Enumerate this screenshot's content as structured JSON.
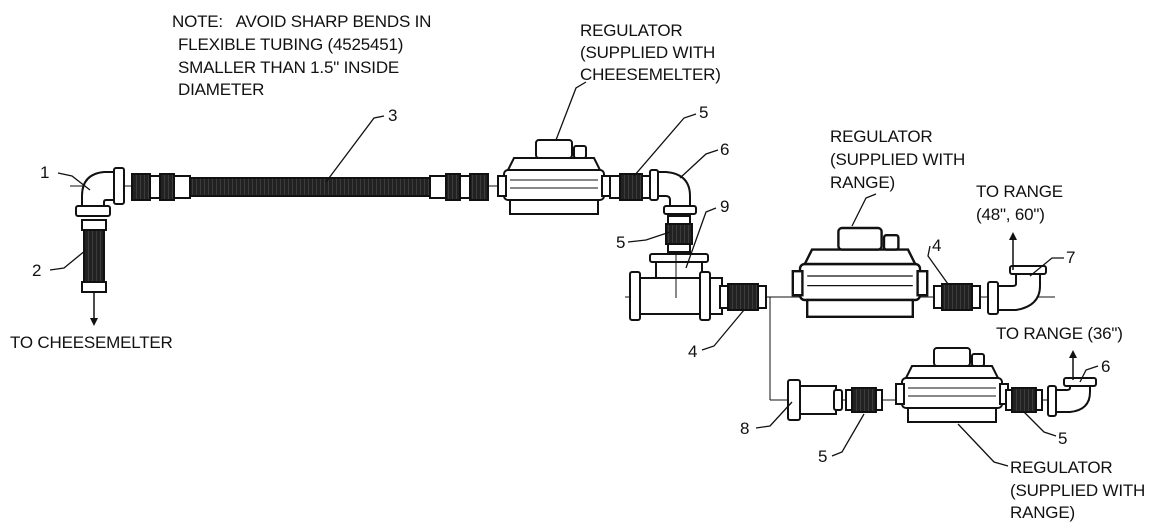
{
  "note": {
    "line1": "NOTE:   AVOID SHARP BENDS IN",
    "line2": "FLEXIBLE TUBING (4525451)",
    "line3": "SMALLER THAN 1.5\" INSIDE",
    "line4": "DIAMETER"
  },
  "labels": {
    "regulator_cheesemelter": [
      "REGULATOR",
      "(SUPPLIED WITH",
      "CHEESEMELTER)"
    ],
    "regulator_range_upper": [
      "REGULATOR",
      "(SUPPLIED WITH",
      "RANGE)"
    ],
    "regulator_range_lower": [
      "REGULATOR",
      "(SUPPLIED WITH",
      "RANGE)"
    ],
    "to_range_large": [
      "TO RANGE",
      "(48\", 60\")"
    ],
    "to_range_small": "TO RANGE (36\")",
    "to_cheesemelter": "TO CHEESEMELTER"
  },
  "part_numbers": {
    "p1": "1",
    "p2": "2",
    "p3": "3",
    "p4a": "4",
    "p4b": "4",
    "p5a": "5",
    "p5b": "5",
    "p5c": "5",
    "p5d": "5",
    "p6a": "6",
    "p6b": "6",
    "p7": "7",
    "p8": "8",
    "p9": "9"
  },
  "colors": {
    "ink": "#111111",
    "background": "#ffffff"
  }
}
